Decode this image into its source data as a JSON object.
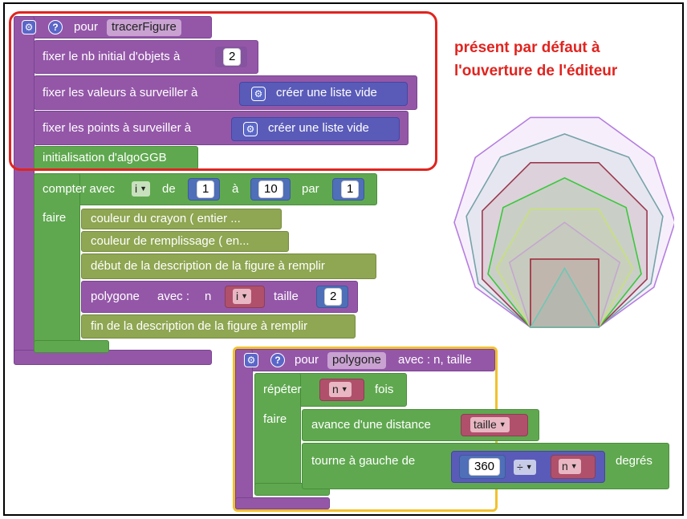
{
  "colors": {
    "procedure": "#9457a8",
    "loop": "#5fa84f",
    "drawing": "#8fa652",
    "highlight_border": "#e0241f",
    "second_procedure_border": "#f2c12e"
  },
  "procedure_main": {
    "gear_icon": "gear-icon",
    "help_icon": "help-icon",
    "keyword": "pour",
    "name": "tracerFigure",
    "rows": [
      {
        "label": "fixer le nb initial d'objets à",
        "value": "2"
      },
      {
        "label": "fixer les valeurs à surveiller à",
        "value": "créer une liste vide"
      },
      {
        "label": "fixer les points à surveiller à",
        "value": "créer une liste vide"
      }
    ],
    "init_label": "initialisation d'algoGGB",
    "loop": {
      "label_count": "compter avec",
      "var": "i",
      "label_from": "de",
      "from": "1",
      "label_to": "à",
      "to": "10",
      "label_by": "par",
      "by": "1",
      "do_label": "faire",
      "body": [
        "couleur du crayon ( entier ...",
        "couleur de remplissage ( en...",
        "début de la description de la figure à remplir"
      ],
      "polygon_call": {
        "label": "polygone",
        "with": "avec :",
        "n_label": "n",
        "n_var": "i",
        "size_label": "taille",
        "size_value": "2"
      },
      "end_label": "fin de la description de la figure à remplir"
    }
  },
  "procedure_polygon": {
    "keyword": "pour",
    "name": "polygone",
    "params": "avec : n, taille",
    "repeat_label": "répéter",
    "repeat_var": "n",
    "repeat_suffix": "fois",
    "do_label": "faire",
    "advance_label": "avance d'une distance",
    "advance_var": "taille",
    "turn_label": "tourne à gauche de",
    "turn_num": "360",
    "turn_op": "÷",
    "turn_var": "n",
    "turn_suffix": "degrés"
  },
  "annotation": {
    "line1": "présent par défaut à",
    "line2": "l'ouverture de l'éditeur"
  },
  "figure": {
    "description_icon": "nested-polygons-figure",
    "polygon_sides": [
      3,
      4,
      5,
      6,
      7,
      8,
      9,
      10
    ],
    "polygon_colors": [
      "#6fc7b5",
      "#9b2737",
      "#c4a7cf",
      "#c8e07a",
      "#3ac83a",
      "#9b3a4e",
      "#76a3a8",
      "#b57de0"
    ]
  }
}
